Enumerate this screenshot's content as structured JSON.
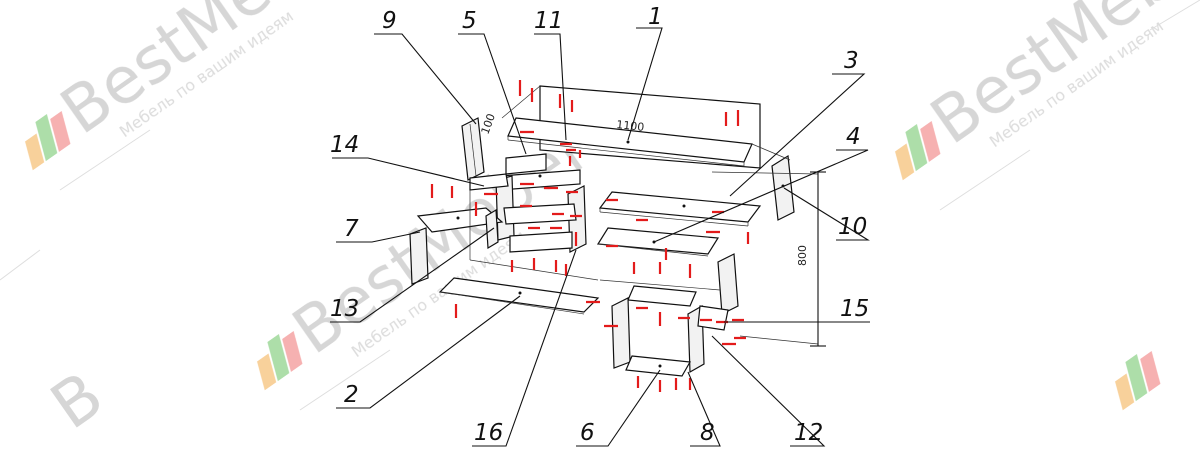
{
  "watermark": {
    "brand": "BestMebel",
    "tagline": "Мебель по вашим идеям",
    "tile_colors": [
      "#f7c98a",
      "#9fd89a",
      "#f5a3a3"
    ],
    "text_color": "#cfcfcf"
  },
  "callouts": [
    "9",
    "5",
    "11",
    "1",
    "3",
    "14",
    "4",
    "7",
    "10",
    "13",
    "15",
    "2",
    "16",
    "6",
    "8",
    "12"
  ],
  "dimensions": {
    "width": "1100",
    "height": "800",
    "depth": "100"
  },
  "colors": {
    "lines": "#111111",
    "arrows": "#e31b1b"
  }
}
